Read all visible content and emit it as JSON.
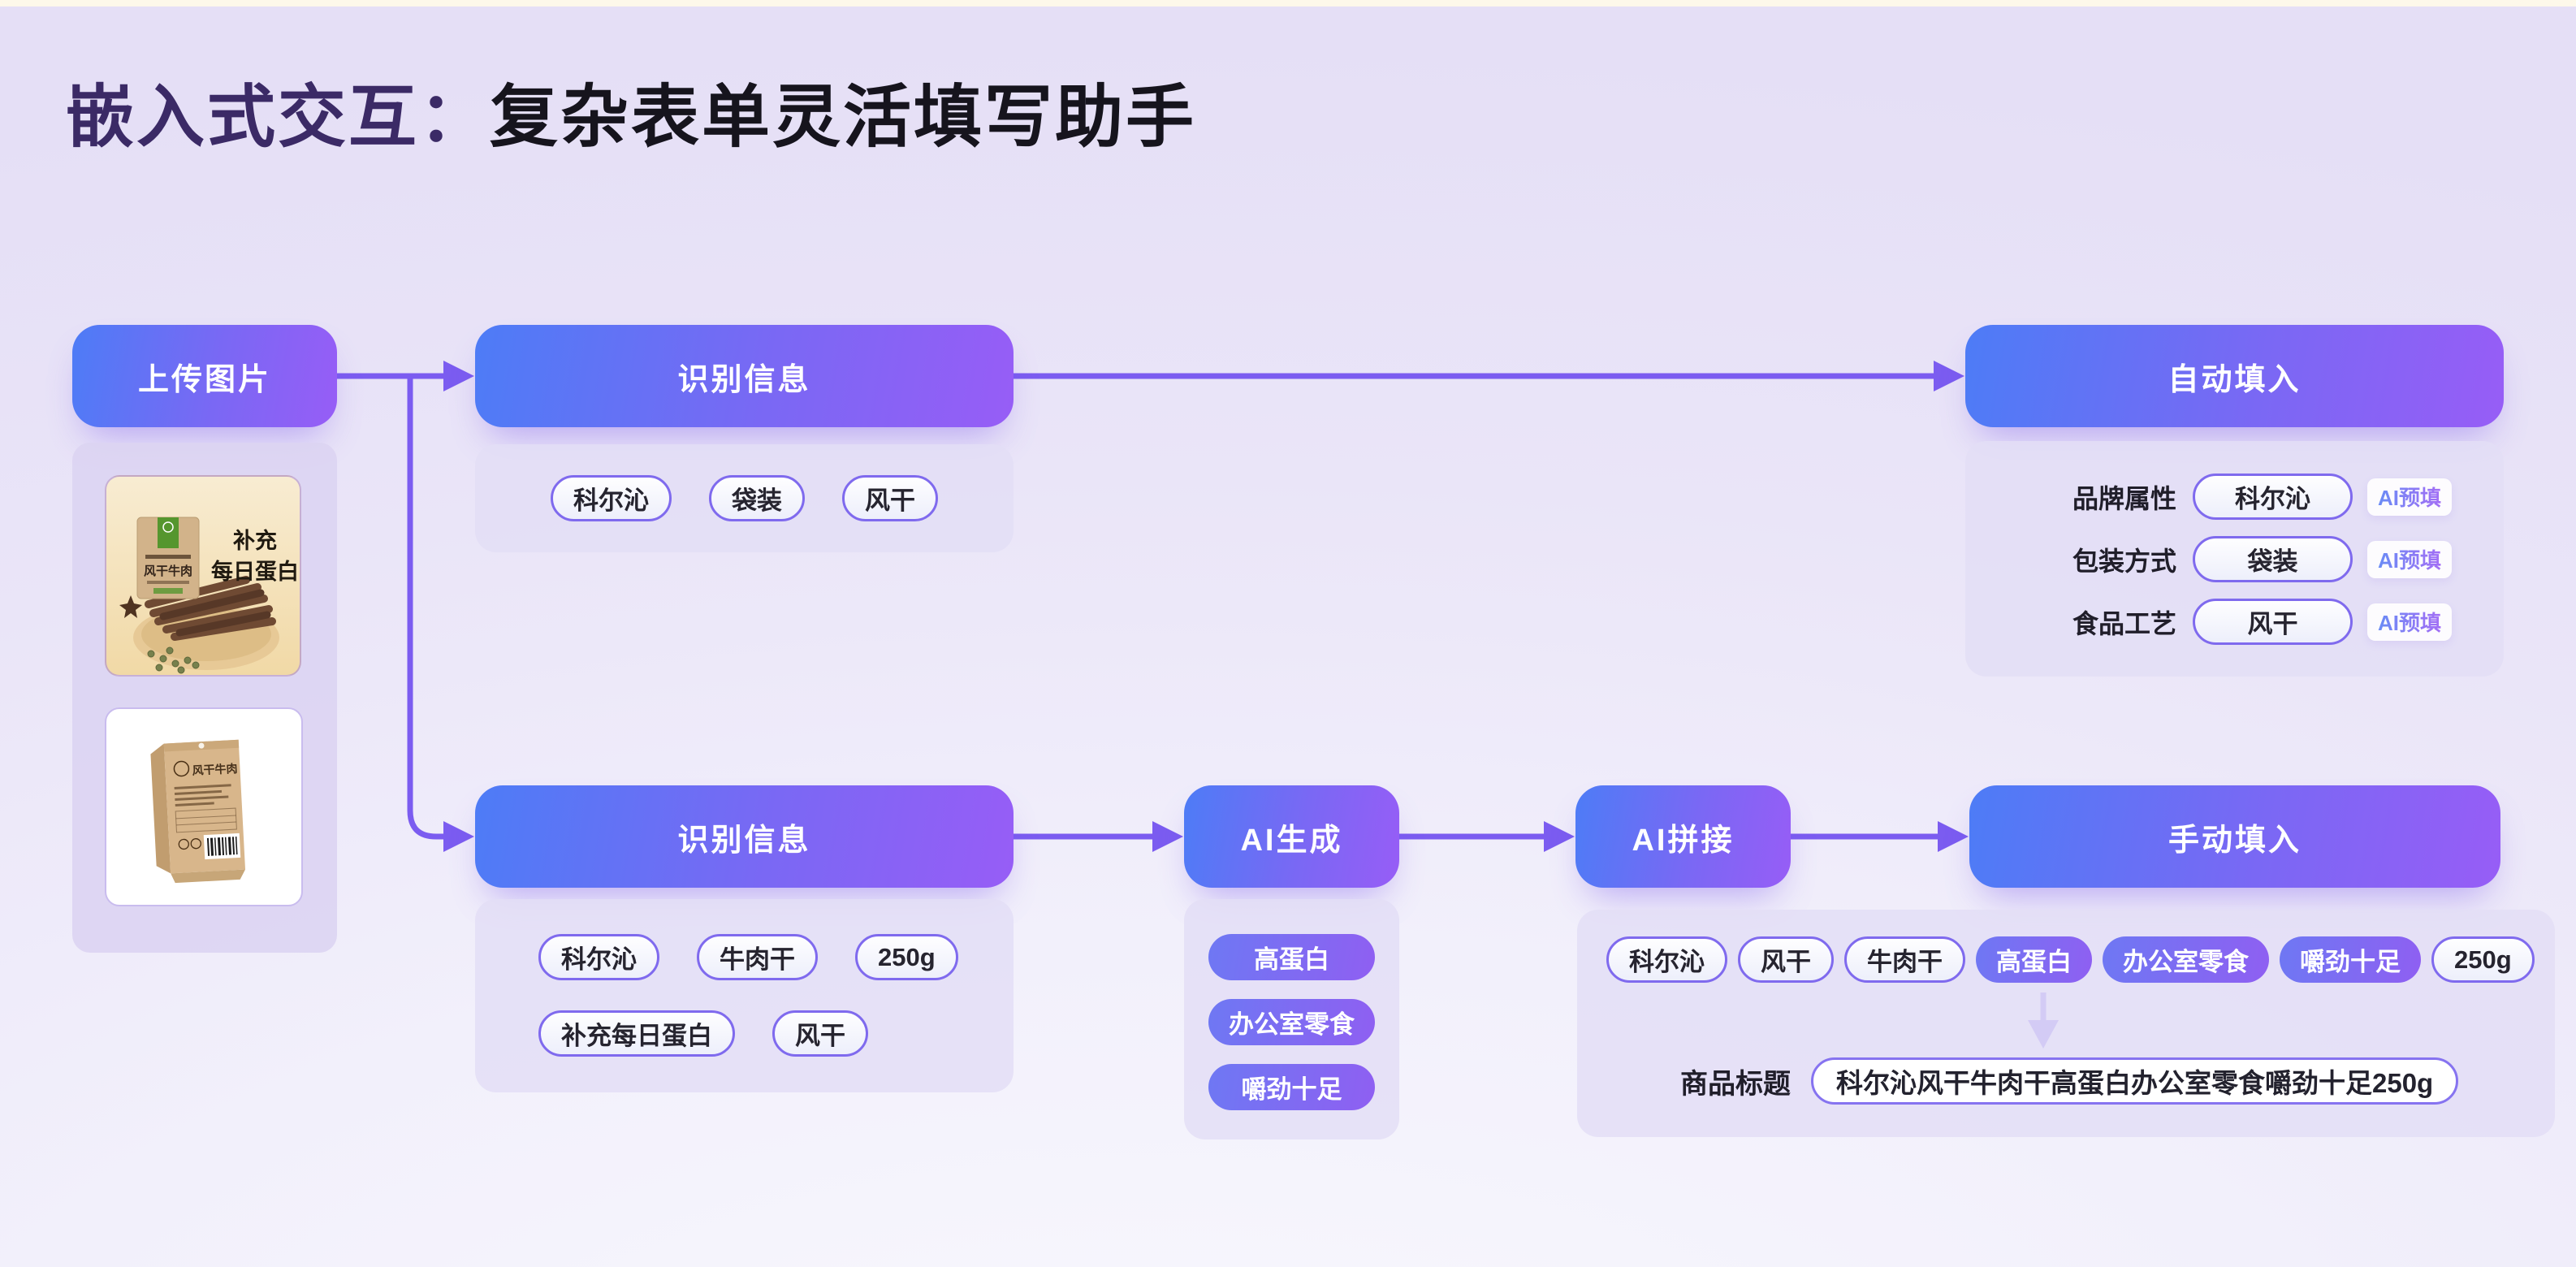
{
  "title": {
    "prefix": "嵌入式交互：",
    "rest": "复杂表单灵活填写助手"
  },
  "nodes": {
    "upload": "上传图片",
    "recognize_top": "识别信息",
    "autofill": "自动填入",
    "recognize_bottom": "识别信息",
    "ai_generate": "AI生成",
    "ai_join": "AI拼接",
    "manual_fill": "手动填入"
  },
  "product_images": {
    "photo1": {
      "caption_line1": "补充",
      "caption_line2": "每日蛋白",
      "bag_label": "风干牛肉"
    },
    "photo2": {
      "bag_label": "风干牛肉"
    }
  },
  "recognize_top_panel": {
    "tags": [
      "科尔沁",
      "袋装",
      "风干"
    ]
  },
  "autofill_panel": {
    "badge": "AI预填",
    "fields": [
      {
        "name": "品牌属性",
        "value": "科尔沁"
      },
      {
        "name": "包装方式",
        "value": "袋装"
      },
      {
        "name": "食品工艺",
        "value": "风干"
      }
    ]
  },
  "recognize_bottom_panel": {
    "tags_row1": [
      "科尔沁",
      "牛肉干",
      "250g"
    ],
    "tags_row2": [
      "补充每日蛋白",
      "风干"
    ]
  },
  "ai_generate_panel": {
    "tags": [
      "高蛋白",
      "办公室零食",
      "嚼劲十足"
    ]
  },
  "manual_panel": {
    "tags": [
      {
        "label": "科尔沁",
        "ai_generated": false
      },
      {
        "label": "风干",
        "ai_generated": false
      },
      {
        "label": "牛肉干",
        "ai_generated": false
      },
      {
        "label": "高蛋白",
        "ai_generated": true
      },
      {
        "label": "办公室零食",
        "ai_generated": true
      },
      {
        "label": "嚼劲十足",
        "ai_generated": true
      },
      {
        "label": "250g",
        "ai_generated": false
      }
    ],
    "result_name": "商品标题",
    "result_value": "科尔沁风干牛肉干高蛋白办公室零食嚼劲十足250g"
  },
  "colors": {
    "accent": "#7b5cf0",
    "node_gradient_start": "#4d7cf6",
    "node_gradient_end": "#975df6",
    "panel_bg": "#e4dff4",
    "chip_border": "#7f6aee",
    "title_prefix": "#3b2a66",
    "title_rest": "#16141d"
  }
}
